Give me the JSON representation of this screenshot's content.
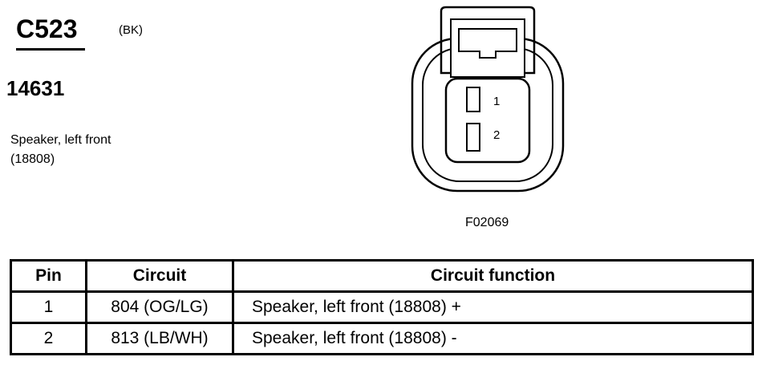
{
  "connector": {
    "id": "C523",
    "color": "(BK)",
    "part_number": "14631",
    "description_line1": "Speaker, left front",
    "description_line2": "(18808)",
    "figure_id": "F02069",
    "pin_labels": [
      "1",
      "2"
    ]
  },
  "table": {
    "headers": [
      "Pin",
      "Circuit",
      "Circuit function"
    ],
    "rows": [
      {
        "pin": "1",
        "circuit": "804 (OG/LG)",
        "function": "Speaker, left front (18808)  +"
      },
      {
        "pin": "2",
        "circuit": "813 (LB/WH)",
        "function": "Speaker, left front (18808) -"
      }
    ]
  }
}
